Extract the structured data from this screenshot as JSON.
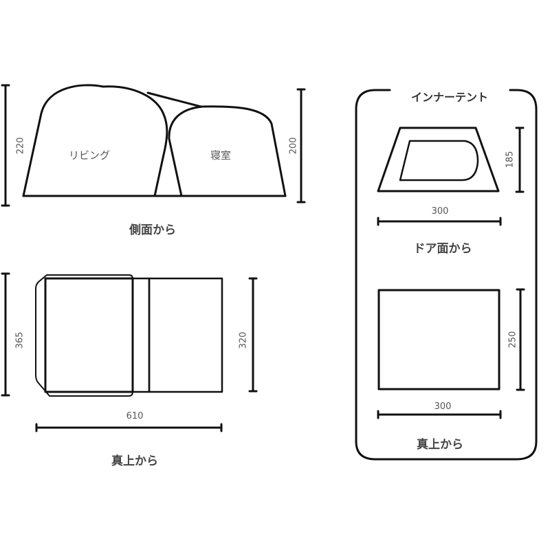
{
  "side_view": {
    "caption": "側面から",
    "living_label": "リビング",
    "bedroom_label": "寝室",
    "height_left": "220",
    "height_right": "200"
  },
  "top_view": {
    "caption": "真上から",
    "depth_left": "365",
    "depth_right": "320",
    "length": "610"
  },
  "inner_tent": {
    "title": "インナーテント",
    "door_view": {
      "caption": "ドア面から",
      "height": "185",
      "width": "300"
    },
    "top_view": {
      "caption": "真上から",
      "depth": "250",
      "width": "300"
    }
  },
  "colors": {
    "line": "#111111",
    "text": "#555555"
  }
}
